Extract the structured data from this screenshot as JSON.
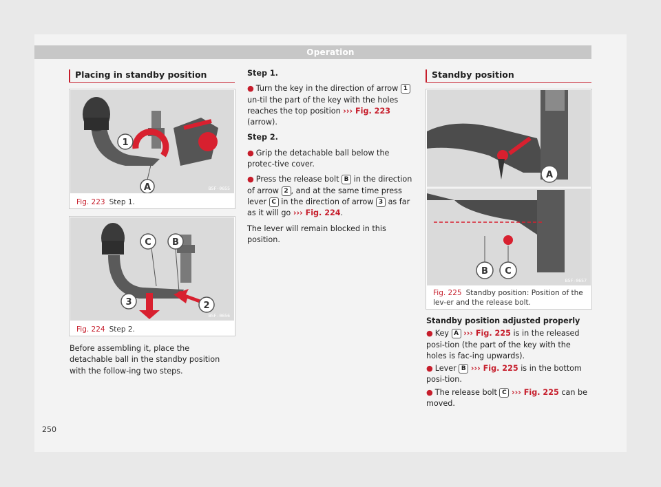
{
  "header": {
    "title": "Operation"
  },
  "left": {
    "heading": "Placing in standby position",
    "fig223": {
      "number": "Fig. 223",
      "caption": "Step 1.",
      "code": "B5F-0655",
      "callouts": [
        "1",
        "A"
      ]
    },
    "fig224": {
      "number": "Fig. 224",
      "caption": "Step 2.",
      "code": "B5F-0656",
      "callouts": [
        "C",
        "B",
        "3",
        "2"
      ]
    },
    "intro": "Before assembling it, place the detachable ball in the standby position with the follow-ing two steps."
  },
  "middle": {
    "step1_title": "Step 1.",
    "step1_a": "Turn the key in the direction of arrow",
    "step1_badge": "1",
    "step1_b": "un-til the part of the key with the holes reaches the top position",
    "step1_link": "››› Fig. 223",
    "step1_c": "(arrow).",
    "step2_title": "Step 2.",
    "step2_bullet1": "Grip the detachable ball below the protec-tive cover.",
    "step2_b2_a": "Press the release bolt",
    "step2_b2_badge1": "B",
    "step2_b2_b": "in the direction of arrow",
    "step2_b2_badge2": "2",
    "step2_b2_c": ", and at the same time press lever",
    "step2_b2_badge3": "C",
    "step2_b2_d": "in the direction of arrow",
    "step2_b2_badge4": "3",
    "step2_b2_e": "as far as it will go",
    "step2_b2_link": "››› Fig. 224",
    "step2_b2_f": ".",
    "closing": "The lever will remain blocked in this position."
  },
  "right": {
    "heading": "Standby position",
    "fig225": {
      "number": "Fig. 225",
      "caption": "Standby position: Position of the lev-er and the release bolt.",
      "code": "B5F-0657",
      "callouts": [
        "A",
        "B",
        "C"
      ]
    },
    "subhead": "Standby position adjusted properly",
    "b1_a": "Key",
    "b1_badge": "A",
    "b1_link": "››› Fig. 225",
    "b1_b": "is in the released posi-tion (the part of the key with the holes is fac-ing upwards).",
    "b2_a": "Lever",
    "b2_badge": "B",
    "b2_link": "››› Fig. 225",
    "b2_b": "is in the bottom posi-tion.",
    "b3_a": "The release bolt",
    "b3_badge": "C",
    "b3_link": "››› Fig. 225",
    "b3_b": "can be moved."
  },
  "footer": {
    "page_number": "250"
  },
  "colors": {
    "accent": "#c61d2b",
    "header": "#c7c7c7"
  }
}
